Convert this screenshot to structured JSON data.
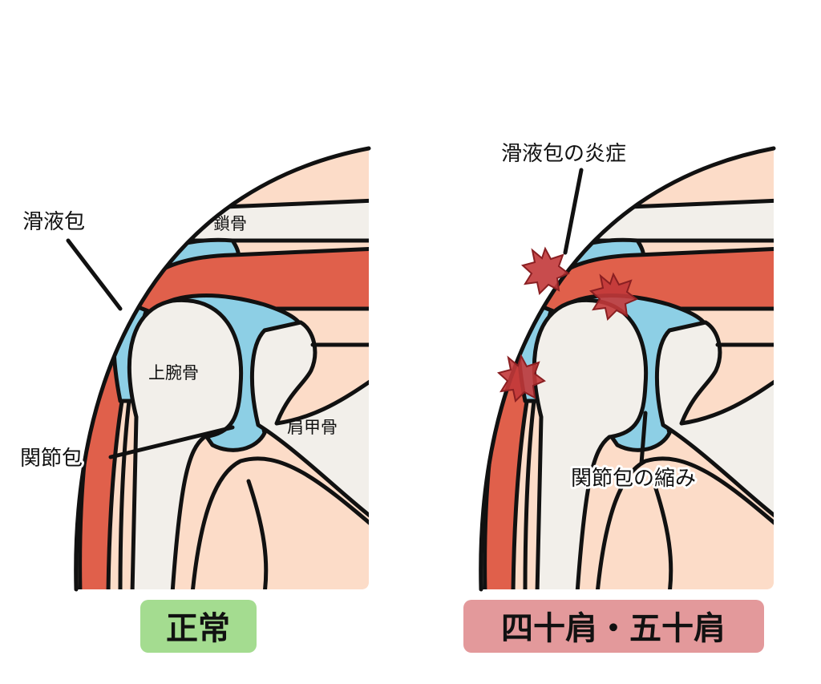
{
  "colors": {
    "skin": "#fcdcc8",
    "muscle": "#e0604b",
    "bursa": "#8dcfe5",
    "bone": "#f2efea",
    "inflammation": "#c2383a",
    "normal_badge": "#a4dc90",
    "condition_badge": "#e3999b"
  },
  "normal_panel": {
    "labels": {
      "bursa": "滑液包",
      "clavicle": "鎖骨",
      "humerus": "上腕骨",
      "scapula": "肩甲骨",
      "joint_capsule": "関節包"
    },
    "badge": "正常"
  },
  "frozen_panel": {
    "labels": {
      "bursitis": "滑液包の炎症",
      "capsule_contraction": "関節包の縮み"
    },
    "badge": "四十肩・五十肩"
  }
}
